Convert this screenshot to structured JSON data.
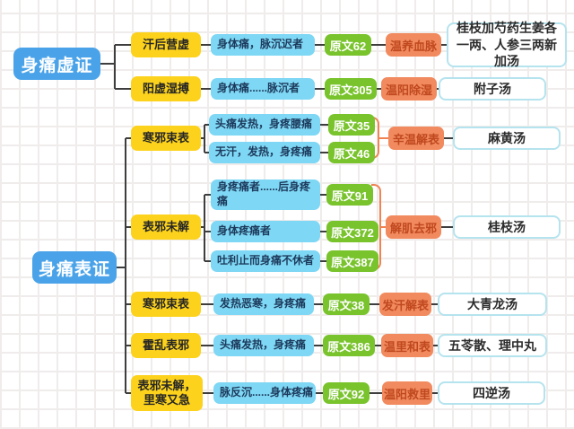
{
  "colors": {
    "canvas_bg": "#ffffff",
    "grid_line": "#efeceb",
    "root_fill": "#4aa3e9",
    "root_text": "#ffffff",
    "pattern_fill": "#fcd21c",
    "pattern_text": "#262626",
    "symptom_fill": "#7ed7f4",
    "symptom_text": "#1d3a5c",
    "ref_fill": "#79c32d",
    "ref_text": "#ffffff",
    "method_fill": "#f18a5e",
    "method_text": "#c0481f",
    "formula_border": "#b5e3ee",
    "formula_text": "#2b2b2b",
    "line": "#3e3e3e",
    "bracket": "#ef8354"
  },
  "nodes": [
    {
      "id": "root-xu",
      "type": "root",
      "text": "身痛虚证"
    },
    {
      "id": "y1",
      "type": "pattern",
      "text": "汗后营虚"
    },
    {
      "id": "c1",
      "type": "symptom",
      "text": "身体痛，脉沉迟者"
    },
    {
      "id": "g1",
      "type": "ref",
      "text": "原文62"
    },
    {
      "id": "o1",
      "type": "method",
      "text": "温养血脉"
    },
    {
      "id": "w1",
      "type": "formula",
      "text": "桂枝加芍药生姜各一两、人参三两新加汤"
    },
    {
      "id": "y2",
      "type": "pattern",
      "text": "阳虚湿搏"
    },
    {
      "id": "c2",
      "type": "symptom",
      "text": "身体痛......脉沉者"
    },
    {
      "id": "g2",
      "type": "ref",
      "text": "原文305"
    },
    {
      "id": "o2",
      "type": "method",
      "text": "温阳除湿"
    },
    {
      "id": "w2",
      "type": "formula",
      "text": "附子汤"
    },
    {
      "id": "root-biao",
      "type": "root",
      "text": "身痛表证"
    },
    {
      "id": "y3",
      "type": "pattern",
      "text": "寒邪束表"
    },
    {
      "id": "c3",
      "type": "symptom",
      "text": "头痛发热，身疼腰痛"
    },
    {
      "id": "g3",
      "type": "ref",
      "text": "原文35"
    },
    {
      "id": "c4",
      "type": "symptom",
      "text": "无汗，发热，身疼痛"
    },
    {
      "id": "g4",
      "type": "ref",
      "text": "原文46"
    },
    {
      "id": "o3",
      "type": "method",
      "text": "辛温解表"
    },
    {
      "id": "w3",
      "type": "formula",
      "text": "麻黄汤"
    },
    {
      "id": "y4",
      "type": "pattern",
      "text": "表邪未解"
    },
    {
      "id": "c5",
      "type": "symptom",
      "text": "身疼痛者......后身疼痛"
    },
    {
      "id": "g5",
      "type": "ref",
      "text": "原文91"
    },
    {
      "id": "c6",
      "type": "symptom",
      "text": "身体疼痛者"
    },
    {
      "id": "g6",
      "type": "ref",
      "text": "原文372"
    },
    {
      "id": "c7",
      "type": "symptom",
      "text": "吐利止而身痛不休者"
    },
    {
      "id": "g7",
      "type": "ref",
      "text": "原文387"
    },
    {
      "id": "o4",
      "type": "method",
      "text": "解肌去邪"
    },
    {
      "id": "w4",
      "type": "formula",
      "text": "桂枝汤"
    },
    {
      "id": "y5",
      "type": "pattern",
      "text": "寒邪束表"
    },
    {
      "id": "c8",
      "type": "symptom",
      "text": "发热恶寒，身疼痛"
    },
    {
      "id": "g8",
      "type": "ref",
      "text": "原文38"
    },
    {
      "id": "o5",
      "type": "method",
      "text": "发汗解表"
    },
    {
      "id": "w5",
      "type": "formula",
      "text": "大青龙汤"
    },
    {
      "id": "y6",
      "type": "pattern",
      "text": "霍乱表邪"
    },
    {
      "id": "c9",
      "type": "symptom",
      "text": "头痛发热，身疼痛"
    },
    {
      "id": "g9",
      "type": "ref",
      "text": "原文386"
    },
    {
      "id": "o6",
      "type": "method",
      "text": "温里和表"
    },
    {
      "id": "w6",
      "type": "formula",
      "text": "五苓散、理中丸"
    },
    {
      "id": "y7",
      "type": "pattern",
      "text": "表邪未解，里寒又急"
    },
    {
      "id": "c10",
      "type": "symptom",
      "text": "脉反沉......身体疼痛"
    },
    {
      "id": "g10",
      "type": "ref",
      "text": "原文92"
    },
    {
      "id": "o7",
      "type": "method",
      "text": "温阳救里"
    },
    {
      "id": "w7",
      "type": "formula",
      "text": "四逆汤"
    }
  ]
}
